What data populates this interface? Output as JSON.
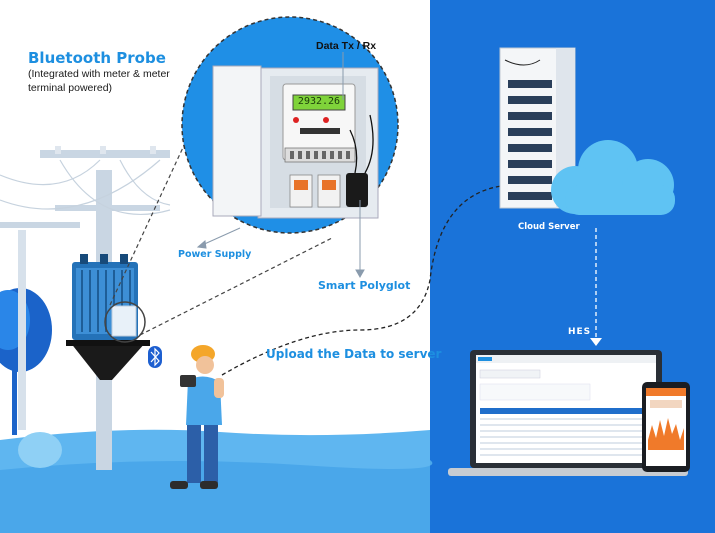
{
  "labels": {
    "title": "Bluetooth Probe",
    "subtitle_line1": "(Integrated with meter & meter",
    "subtitle_line2": "terminal powered)",
    "data_txrx": "Data Tx / Rx",
    "power_supply": "Power Supply",
    "smart_polyglot": "Smart Polyglot",
    "upload": "Upload the Data to server",
    "cloud_server": "Cloud Server",
    "hes": "HES"
  },
  "meter": {
    "reading": "2932.26"
  },
  "colors": {
    "blue_panel": "#1a73d9",
    "accent_text": "#1d8fe0",
    "ground": "#5fb6f0",
    "cloud": "#5fc3f3",
    "meter_display": "#7fd33a"
  },
  "icons": [
    "bluetooth-icon",
    "cloud-icon",
    "server-rack-icon",
    "laptop-icon",
    "phone-icon",
    "transformer-icon",
    "person-icon"
  ]
}
